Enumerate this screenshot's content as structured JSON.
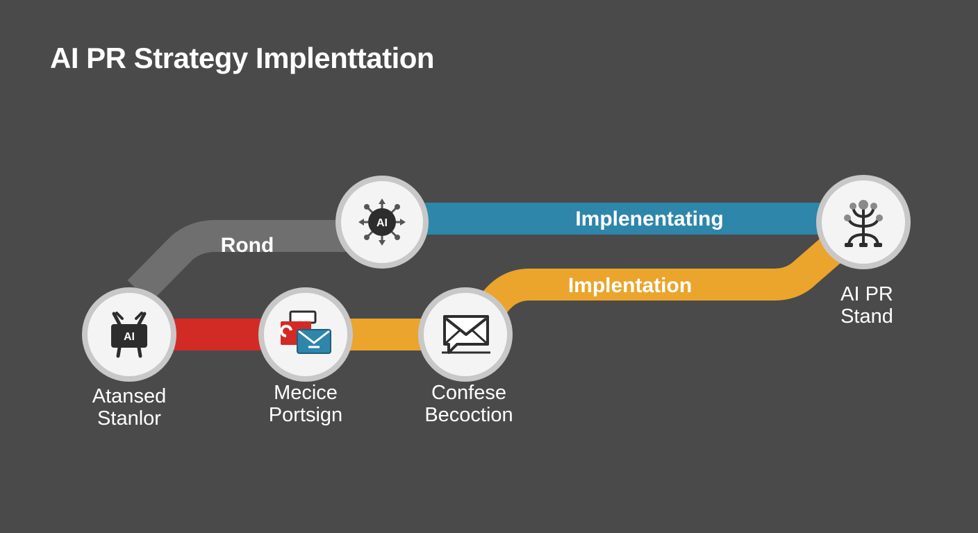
{
  "title": "AI PR Strategy Implenttation",
  "colors": {
    "background": "#4a4a4a",
    "gray_path": "#6f6f6f",
    "blue_path": "#2e86aa",
    "orange_path": "#eba42c",
    "red_path": "#d22b26",
    "node_fill": "#f4f4f4",
    "node_ring": "#c8c8c8",
    "icon_dark": "#2d2d2d"
  },
  "paths": {
    "gray": "Rond",
    "blue": "Implenentating",
    "orange": "Implentation"
  },
  "nodes": [
    {
      "id": "start",
      "icon": "ai-robot-icon",
      "icon_text": "AI",
      "line1": "Atansed",
      "line2": "Stanlor"
    },
    {
      "id": "mecice",
      "icon": "envelope-cards-icon",
      "line1": "Mecice",
      "line2": "Portsign"
    },
    {
      "id": "confese",
      "icon": "mail-message-icon",
      "line1": "Confese",
      "line2": "Becoction"
    },
    {
      "id": "ai-hub",
      "icon": "ai-network-icon",
      "icon_text": "AI"
    },
    {
      "id": "end",
      "icon": "org-tree-icon",
      "line1": "AI PR",
      "line2": "Stand"
    }
  ]
}
